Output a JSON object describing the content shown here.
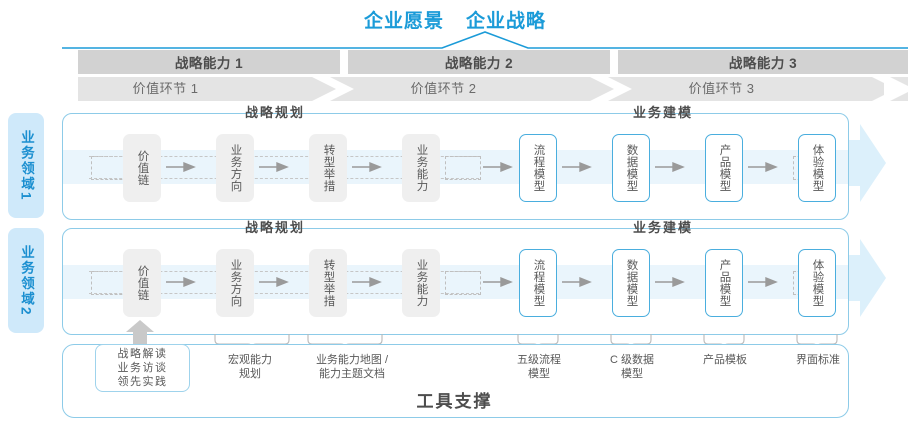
{
  "header": {
    "titles": [
      "企业愿景",
      "企业战略"
    ],
    "accent_color": "#1b9bd8"
  },
  "capabilities": [
    {
      "label": "战略能力 1"
    },
    {
      "label": "战略能力 2"
    },
    {
      "label": "战略能力 3"
    }
  ],
  "value_chain": [
    {
      "label": "价值环节 1"
    },
    {
      "label": "价值环节 2"
    },
    {
      "label": "价值环节 3"
    }
  ],
  "domains": [
    {
      "label_text": "业务领域",
      "label_num": "1"
    },
    {
      "label_text": "业务领域",
      "label_num": "2"
    }
  ],
  "sections": {
    "planning": "战略规划",
    "modeling": "业务建模"
  },
  "nodes": {
    "planning": [
      "价值链",
      "业务方向",
      "转型举措",
      "业务能力"
    ],
    "modeling": [
      "流程模型",
      "数据模型",
      "产品模型",
      "体验模型"
    ]
  },
  "tools": {
    "title": "工具支撑",
    "first_box": "战略解读\n业务访谈\n领先实践",
    "items": [
      "宏观能力\n规划",
      "业务能力地图 /\n能力主题文档",
      "五级流程\n模型",
      "C 级数据\n模型",
      "产品模板",
      "界面标准"
    ]
  },
  "colors": {
    "brand_blue": "#1b9bd8",
    "light_blue": "#eaf5fc",
    "border_blue": "#8dcbe8",
    "node_blue": "#4aaede",
    "gray_bar": "#d2d2d2",
    "chain_bar": "#e4e4e4",
    "node_gray": "#efefef",
    "side_bg": "#cfe9fa"
  }
}
